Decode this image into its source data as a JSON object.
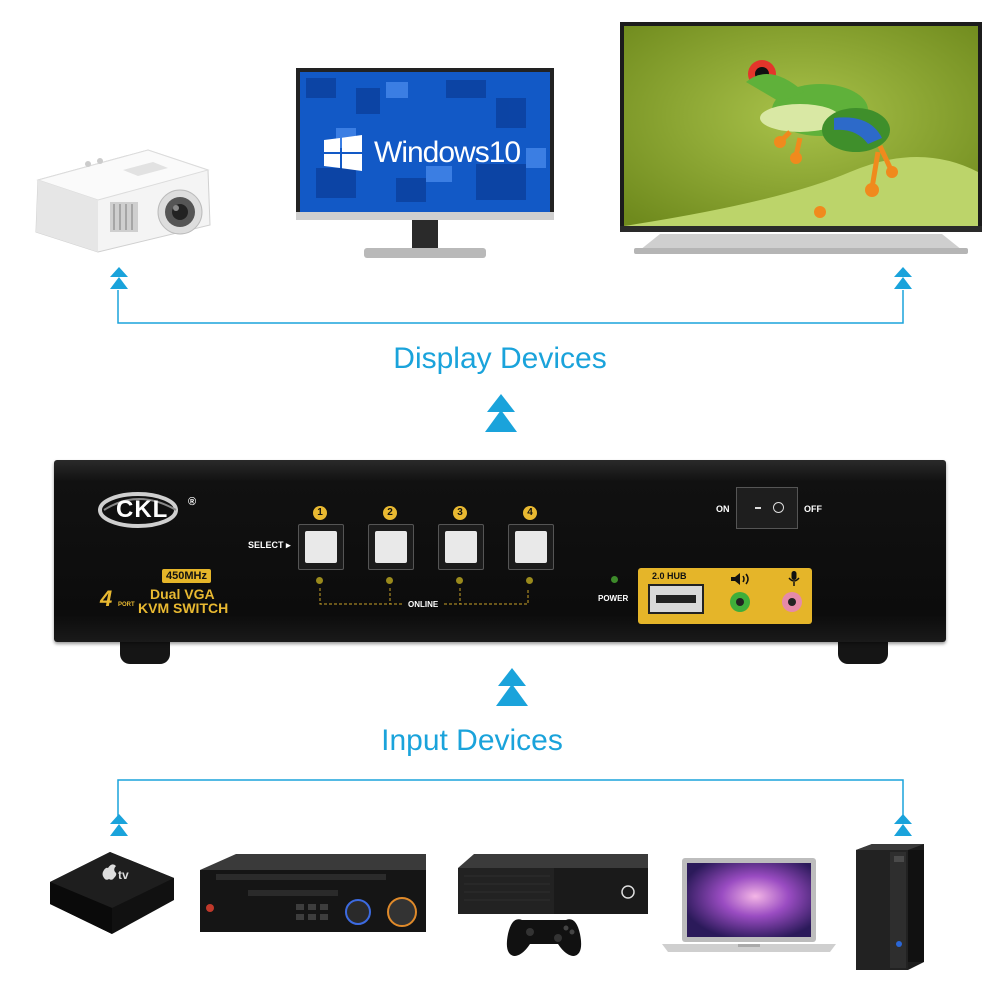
{
  "headings": {
    "display": "Display Devices",
    "input": "Input Devices"
  },
  "display_devices": {
    "projector": "projector",
    "monitor": "monitor",
    "monitor_screen_text": "Windows10",
    "tv": "tv"
  },
  "kvm": {
    "brand": "CKL",
    "registered": "®",
    "frequency": "450MHz",
    "port_count": "4",
    "port_word": "PORT",
    "model_line1": "Dual VGA",
    "model_line2": "KVM SWITCH",
    "select_label": "SELECT ▸",
    "buttons": [
      "1",
      "2",
      "3",
      "4"
    ],
    "online_label": "ONLINE",
    "power_label": "POWER",
    "hub_label": "2.0 HUB",
    "switch_on": "ON",
    "switch_off": "OFF"
  },
  "input_devices": {
    "apple_tv_text": "tv",
    "items": [
      "apple-tv",
      "dvr",
      "game-console",
      "laptop",
      "desktop-pc"
    ]
  },
  "colors": {
    "accent": "#1aa3db",
    "kvm_body": "#111111",
    "kvm_gold": "#e5b529"
  }
}
